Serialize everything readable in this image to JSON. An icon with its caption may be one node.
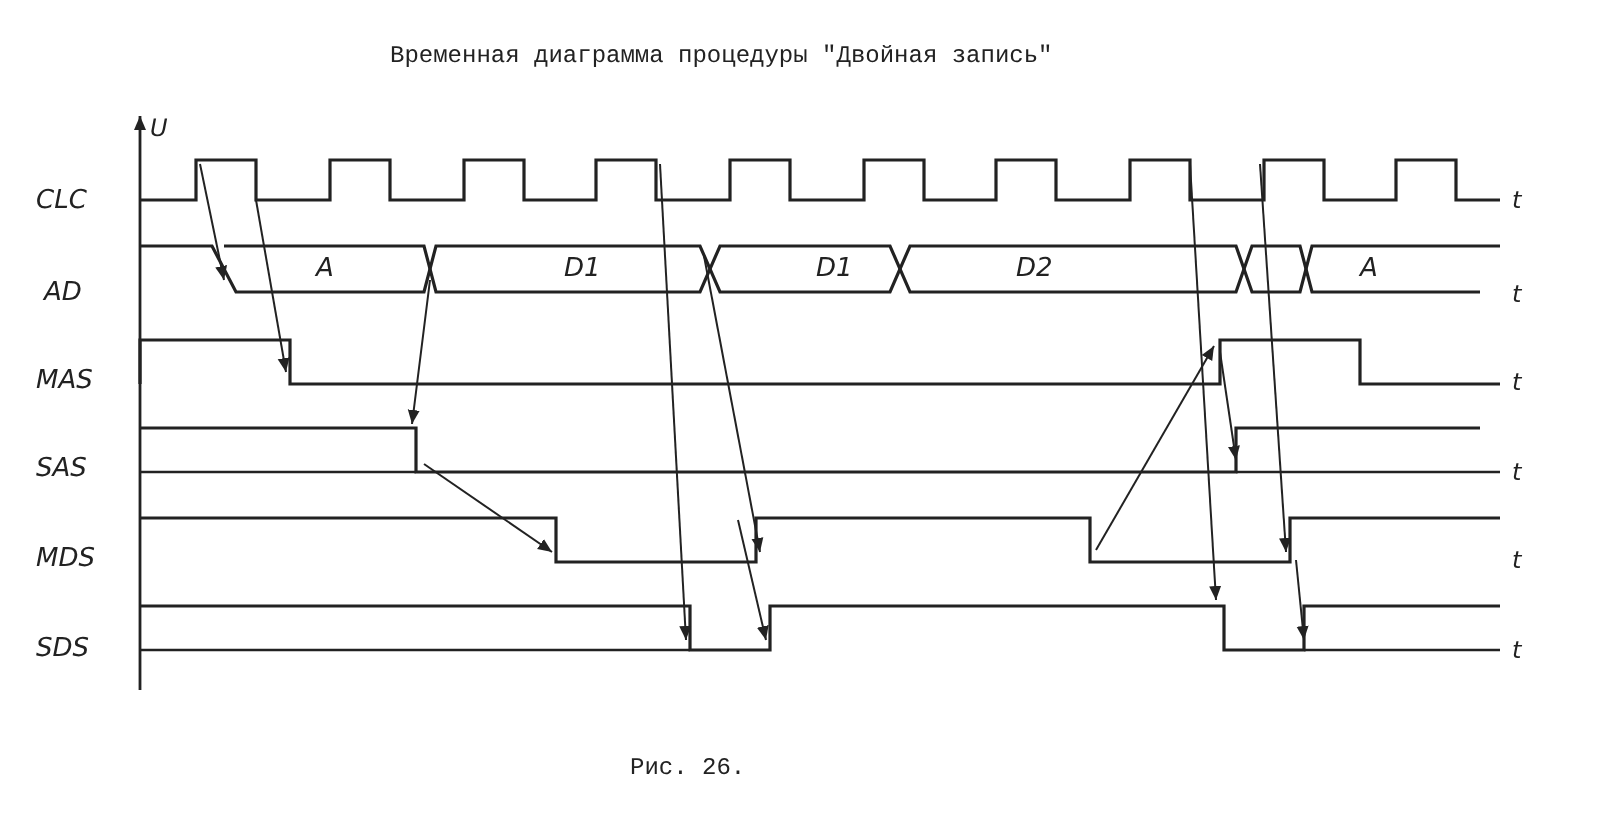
{
  "diagram": {
    "title": "Временная диаграмма процедуры \"Двойная запись\"",
    "caption": "Рис. 26.",
    "labels": [
      "U",
      "CLC",
      "t",
      "AD",
      "A",
      "D1",
      "D1",
      "D2",
      "A",
      "t",
      "MAS",
      "t",
      "SAS",
      "t",
      "MDS",
      "t",
      "SDS",
      "t"
    ]
  }
}
